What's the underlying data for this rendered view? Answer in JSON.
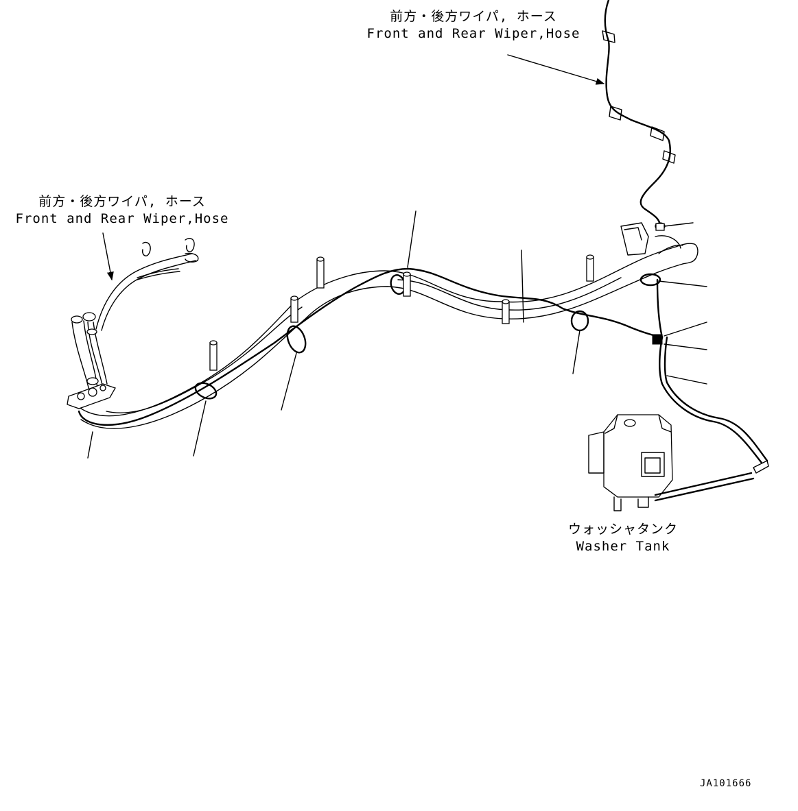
{
  "labels": {
    "front_rear_wiper_top": {
      "jp": "前方・後方ワイパ, ホース",
      "en": "Front and Rear Wiper,Hose"
    },
    "front_rear_wiper_left": {
      "jp": "前方・後方ワイパ, ホース",
      "en": "Front and Rear Wiper,Hose"
    },
    "washer_tank": {
      "jp": "ウォッシャタンク",
      "en": "Washer Tank"
    }
  },
  "drawing_id": "JA101666"
}
